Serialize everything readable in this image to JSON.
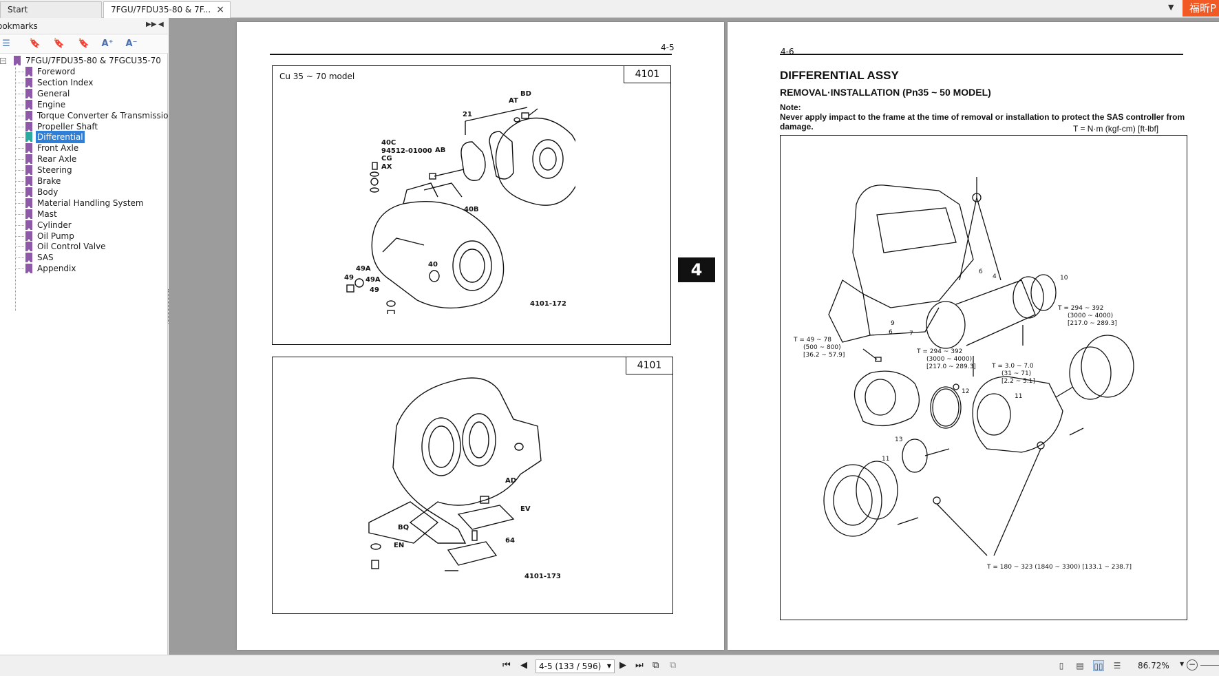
{
  "tabs": [
    {
      "label": "Start"
    },
    {
      "label": "7FGU/7FDU35-80 & 7F...",
      "close": "×"
    }
  ],
  "brand_badge": "福昕P",
  "bookmarks": {
    "title": "ookmarks",
    "root": "7FGU/7FDU35-80 & 7FGCU35-70",
    "items": [
      {
        "label": "Foreword"
      },
      {
        "label": "Section Index"
      },
      {
        "label": "General"
      },
      {
        "label": "Engine"
      },
      {
        "label": "Torque Converter & Transmission"
      },
      {
        "label": "Propeller Shaft"
      },
      {
        "label": "Differential"
      },
      {
        "label": "Front Axle"
      },
      {
        "label": "Rear Axle"
      },
      {
        "label": "Steering"
      },
      {
        "label": "Brake"
      },
      {
        "label": "Body"
      },
      {
        "label": "Material Handling System"
      },
      {
        "label": "Mast"
      },
      {
        "label": "Cylinder"
      },
      {
        "label": "Oil Pump"
      },
      {
        "label": "Oil Control Valve"
      },
      {
        "label": "SAS"
      },
      {
        "label": "Appendix"
      }
    ],
    "selected_index": 6
  },
  "left_page": {
    "page_number": "4-5",
    "figure1": {
      "code": "4101",
      "caption": "Cu 35 ~ 70 model",
      "id": "4101-172",
      "callouts": [
        "BD",
        "AT",
        "21",
        "40C",
        "94512-01000",
        "CG",
        "AX",
        "AB",
        "40B",
        "49A",
        "49",
        "49A",
        "49",
        "40"
      ]
    },
    "figure2": {
      "code": "4101",
      "id": "4101-173",
      "callouts": [
        "AD",
        "EV",
        "BQ",
        "EN",
        "64"
      ]
    },
    "chapter_tab": "4"
  },
  "right_page": {
    "page_number": "4-6",
    "title": "DIFFERENTIAL ASSY",
    "subtitle": "REMOVAL·INSTALLATION (Pn35 ~ 50 MODEL)",
    "note_label": "Note:",
    "note_text": "Never apply impact to the frame at the time of removal or installation to protect the SAS controller from damage.",
    "torque_units": "T = N·m (kgf-cm) [ft-lbf]",
    "callouts": {
      "c6a": "6",
      "c4": "4",
      "c10": "10",
      "c9": "9",
      "c6b": "6",
      "c7": "7",
      "c12": "12",
      "c11a": "11",
      "c13": "13",
      "c11b": "11"
    },
    "torques": {
      "t1": [
        "T = 294 ~ 392",
        "(3000 ~ 4000)",
        "[217.0 ~ 289.3]"
      ],
      "t2": [
        "T = 49 ~ 78",
        "(500 ~ 800)",
        "[36.2 ~ 57.9]"
      ],
      "t3": [
        "T = 294 ~ 392",
        "(3000 ~ 4000)",
        "[217.0 ~ 289.3]"
      ],
      "t4": [
        "T = 3.0 ~ 7.0",
        "(31 ~ 71)",
        "[2.2 ~ 5.1]"
      ],
      "t5": "T = 180 ~ 323 (1840 ~ 3300) [133.1 ~ 238.7]"
    }
  },
  "statusbar": {
    "page_box": "4-5 (133 / 596)",
    "zoom": "86.72%"
  }
}
